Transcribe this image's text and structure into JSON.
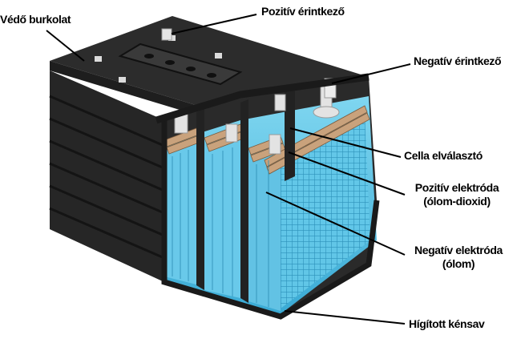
{
  "labels": {
    "protective_case": "Védő burkolat",
    "positive_terminal": "Pozitív érintkező",
    "negative_terminal": "Negatív érintkező",
    "cell_separator": "Cella elválasztó",
    "positive_electrode": "Pozitív elektróda",
    "positive_electrode_material": "(ólom-dioxid)",
    "negative_electrode": "Negatív elektróda",
    "negative_electrode_material": "(ólom)",
    "dilute_acid": "Hígított kénsav"
  },
  "colors": {
    "case_dark": "#1c1c1c",
    "case_mid": "#2e2e2e",
    "case_light": "#3d3d3d",
    "electrolyte": "#5cc6e6",
    "electrolyte_deep": "#2f9fc8",
    "plate_copper": "#c9a27c",
    "terminal": "#d8d8d8",
    "leader_line": "#000000"
  }
}
